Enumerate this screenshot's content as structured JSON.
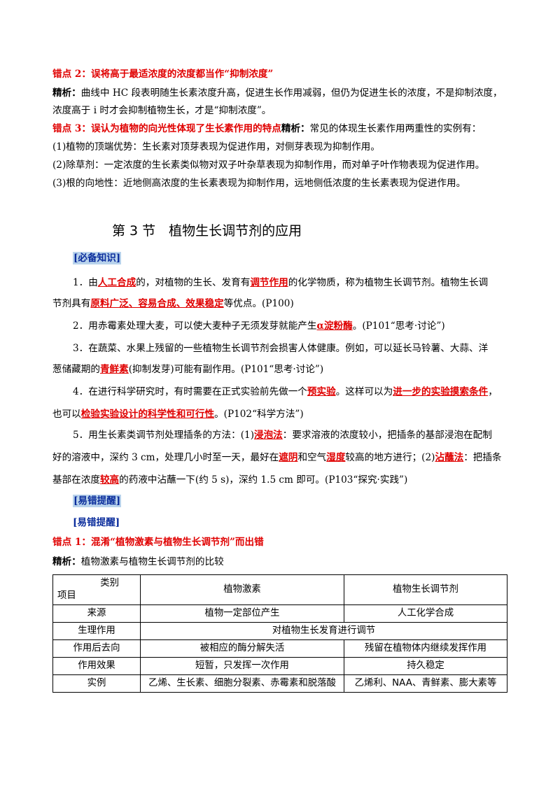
{
  "errors_prev": {
    "e2_title": "错点 2：误将高于最适浓度的浓度都当作“抑制浓度”",
    "e2_label": "精析：",
    "e2_line1": "曲线中 HC 段表明随生长素浓度升高，促进生长作用减弱，但仍为促进生长的浓度，不是抑制浓度，",
    "e2_line2": "浓度高于 i 时才会抑制植物生长，才是“抑制浓度”。",
    "e3_title": "错点 3：误认为植物的向光性体现了生长素作用的特点",
    "e3_label": "精析：",
    "e3_text": "常见的体现生长素作用两重性的实例有：",
    "e3_item1": "(1)植物的顶端优势：生长素对顶芽表现为促进作用，对侧芽表现为抑制作用。",
    "e3_item2": "(2)除草剂：一定浓度的生长素类似物对双子叶杂草表现为抑制作用，而对单子叶作物表现为促进作用。",
    "e3_item3": "(3)根的向地性：近地侧高浓度的生长素表现为抑制作用，远地侧低浓度的生长素表现为促进作用。"
  },
  "section": {
    "title": "第 3 节　植物生长调节剂的应用",
    "tag_knowledge": "[必备知识]",
    "p1a": "1．由",
    "p1b": "人工合成",
    "p1c": "的，对植物的生长、发育有",
    "p1d": "调节作用",
    "p1e": "的化学物质，称为植物生长调节剂。植物生长调",
    "p1f": "节剂具有",
    "p1g": "原料广泛、容易合成、效果稳定",
    "p1h": "等优点。(P100)",
    "p2a": "2．用赤霉素处理大麦，可以使大麦种子无须发芽就能产生",
    "p2b": "α淀粉酶",
    "p2c": "。(P101“思考·讨论”)",
    "p3a": "3．在蔬菜、水果上残留的一些植物生长调节剂会损害人体健康。例如，可以延长马铃薯、大蒜、洋",
    "p3b": "葱储藏期的",
    "p3c": "青鲜素",
    "p3d": "(抑制发芽)可能有副作用。(P101“思考·讨论”)",
    "p4a": "4．在进行科学研究时，有时需要在正式实验前先做一个",
    "p4b": "预实验",
    "p4c": "。这样可以为",
    "p4d": "进一步的实验摸索条件",
    "p4e": "，",
    "p4f": "也可以",
    "p4g": "检验实验设计的科学性和可行性",
    "p4h": "。(P102“科学方法”)",
    "p5a": "5．用生长素类调节剂处理插条的方法：(1)",
    "p5b": "浸泡法",
    "p5c": "：要求溶液的浓度较小，把插条的基部浸泡在配制",
    "p5d": "好的溶液中，深约 3 cm，处理几小时至一天，最好在",
    "p5e": "遮阴",
    "p5f": "和空气",
    "p5g": "湿度",
    "p5h": "较高的地方进行；(2)",
    "p5i": "沾蘸法",
    "p5j": "：把插条",
    "p5k": "基部在浓度",
    "p5l": "较高",
    "p5m": "的药液中沾蘸一下(约 5 s)，深约 1.5 cm  即可。(P103“探究·实践”)",
    "tag_mistakes1": "[易错提醒]",
    "tag_mistakes2": "[易错提醒]",
    "n1_title": "错点 1：混淆“植物激素与植物生长调节剂”而出错",
    "n1_label": "精析：",
    "n1_text": "植物激素与植物生长调节剂的比较"
  },
  "table": {
    "header_category": "类别",
    "header_item": "项目",
    "header_col1": "植物激素",
    "header_col2": "植物生长调节剂",
    "rows": [
      {
        "label": "来源",
        "col1": "植物一定部位产生",
        "col2": "人工化学合成"
      },
      {
        "label": "生理作用",
        "merged": "对植物生长发育进行调节"
      },
      {
        "label": "作用后去向",
        "col1": "被相应的酶分解失活",
        "col2": "残留在植物体内继续发挥作用"
      },
      {
        "label": "作用效果",
        "col1": "短暂，只发挥一次作用",
        "col2": "持久稳定"
      },
      {
        "label": "实例",
        "col1": "乙烯、生长素、细胞分裂素、赤霉素和脱落酸",
        "col2": "乙烯利、NAA、青鲜素、膨大素等"
      }
    ]
  }
}
